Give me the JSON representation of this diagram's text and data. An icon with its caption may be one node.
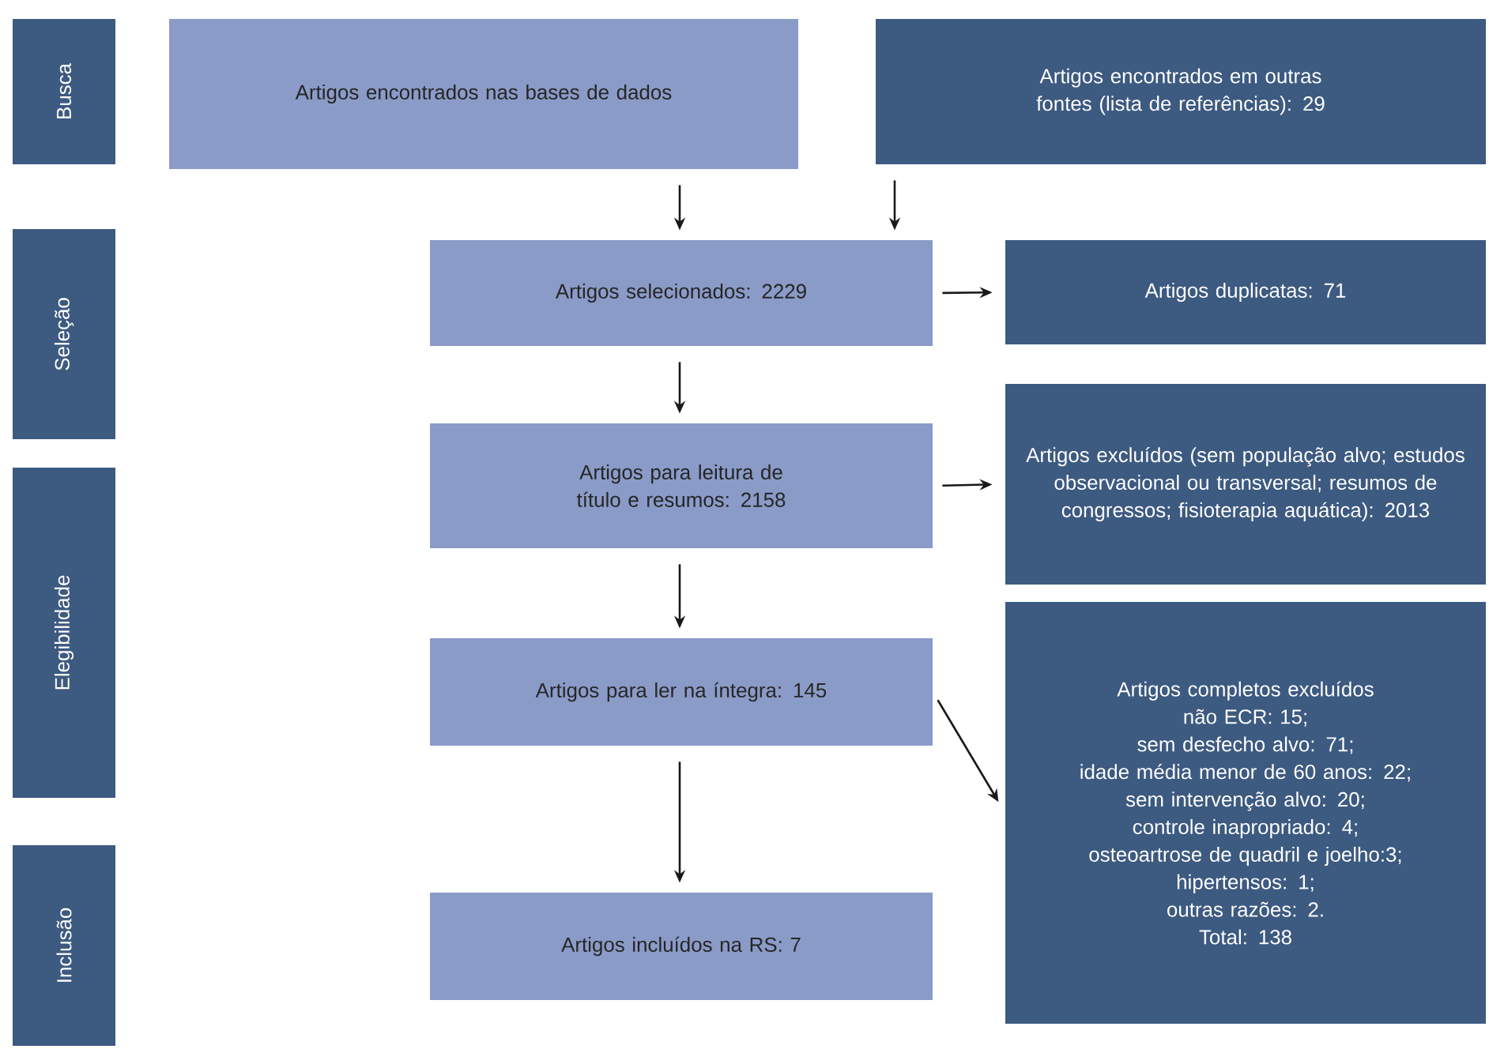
{
  "diagram": {
    "nodes": [
      {
        "text": [
          "Busca"
        ]
      },
      {
        "text": [
          "Seleção"
        ]
      },
      {
        "text": [
          "Elegibilidade"
        ]
      },
      {
        "text": [
          "Inclusão"
        ]
      },
      {
        "text": [
          "Artigos encontrados nas bases de dados"
        ]
      },
      {
        "text": [
          "Artigos encontrados em outras fontes (lista de referências): 29"
        ]
      },
      {
        "text": [
          "Artigos selecionados: 2229"
        ]
      },
      {
        "text": [
          "Artigos duplicatas: 71"
        ]
      },
      {
        "text": [
          "Artigos para leitura de título e resumos: 2158"
        ]
      },
      {
        "text": [
          "Artigos excluídos (sem população alvo; estudos observacional ou transversal; resumos de congressos; fisioterapia aquática): 2013"
        ]
      },
      {
        "text": [
          "Artigos para ler na íntegra: 145"
        ]
      },
      {
        "text": [
          "Artigos completos excluídos",
          "não ECR: 15;",
          "sem desfecho alvo: 71;",
          "idade média menor de 60 anos: 22;",
          "sem intervenção alvo: 20;",
          "controle inapropriado: 4;",
          "osteoartrose de quadril e joelho:3;",
          "hipertensos: 1;",
          "outras razões: 2.",
          "Total: 138"
        ]
      },
      {
        "text": [
          "Artigos incluídos na RS: 7"
        ]
      }
    ],
    "edges": [
      {
        "from": 4,
        "to": 6,
        "arrow": "to"
      },
      {
        "from": 5,
        "to": 6,
        "arrow": "to"
      },
      {
        "from": 6,
        "to": 7,
        "arrow": "to"
      },
      {
        "from": 6,
        "to": 8,
        "arrow": "to"
      },
      {
        "from": 8,
        "to": 9,
        "arrow": "to"
      },
      {
        "from": 8,
        "to": 10,
        "arrow": "to"
      },
      {
        "from": 10,
        "to": 11,
        "arrow": "to"
      },
      {
        "from": 10,
        "to": 12,
        "arrow": "to"
      }
    ]
  }
}
